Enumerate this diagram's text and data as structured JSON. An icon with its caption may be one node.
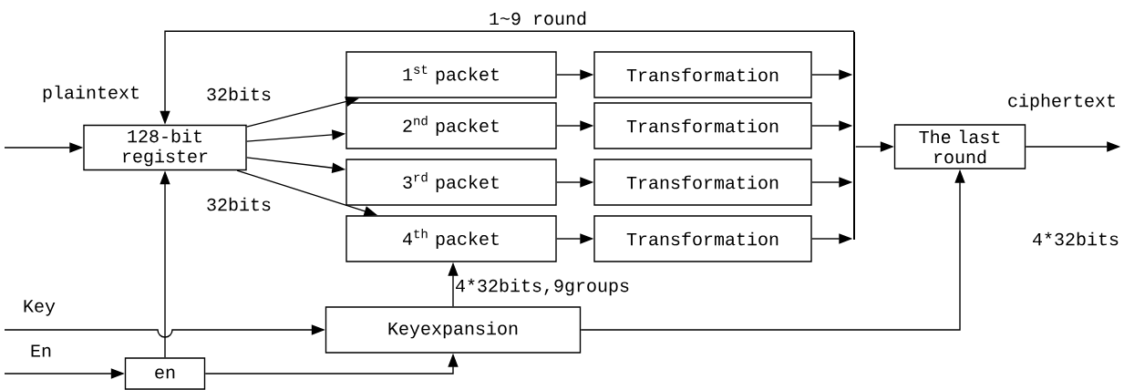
{
  "diagram": {
    "nodes": [
      {
        "text": [
          "128-bit register"
        ]
      },
      {
        "text": [
          "1$^{st}$ packet"
        ]
      },
      {
        "text": [
          "2$^{nd}$ packet"
        ]
      },
      {
        "text": [
          "3$^{rd}$ packet"
        ]
      },
      {
        "text": [
          "4$^{th}$ packet"
        ]
      },
      {
        "text": [
          "Transformation"
        ]
      },
      {
        "text": [
          "Transformation"
        ]
      },
      {
        "text": [
          "Transformation"
        ]
      },
      {
        "text": [
          "Transformation"
        ]
      },
      {
        "text": [],
        "shape": "bar"
      },
      {
        "text": [
          "The last round"
        ]
      },
      {
        "text": [
          "Keyexpansion"
        ]
      },
      {
        "text": [
          "en"
        ]
      }
    ],
    "edges": [
      {
        "from": null,
        "to": 0,
        "arrow": "to",
        "label": "plaintext"
      },
      {
        "from": 0,
        "to": 1,
        "arrow": "to",
        "label": "32bits"
      },
      {
        "from": 0,
        "to": 2,
        "arrow": "to"
      },
      {
        "from": 0,
        "to": 3,
        "arrow": "to"
      },
      {
        "from": 0,
        "to": 4,
        "arrow": "to",
        "label": "32bits"
      },
      {
        "from": 1,
        "to": 5,
        "arrow": "to"
      },
      {
        "from": 2,
        "to": 6,
        "arrow": "to"
      },
      {
        "from": 3,
        "to": 7,
        "arrow": "to"
      },
      {
        "from": 4,
        "to": 8,
        "arrow": "to"
      },
      {
        "from": 5,
        "to": 9,
        "arrow": "to"
      },
      {
        "from": 6,
        "to": 9,
        "arrow": "to"
      },
      {
        "from": 7,
        "to": 9,
        "arrow": "to"
      },
      {
        "from": 8,
        "to": 9,
        "arrow": "to"
      },
      {
        "from": 9,
        "to": 10,
        "arrow": "to"
      },
      {
        "from": 9,
        "to": 0,
        "arrow": "to",
        "label": "1~9 round"
      },
      {
        "from": 10,
        "to": null,
        "arrow": "to",
        "label": "ciphertext"
      },
      {
        "from": null,
        "to": 11,
        "arrow": "to",
        "label": "Key"
      },
      {
        "from": null,
        "to": 12,
        "arrow": "to",
        "label": "En"
      },
      {
        "from": 12,
        "to": 0,
        "arrow": "to"
      },
      {
        "from": 12,
        "to": 11,
        "arrow": "to"
      },
      {
        "from": 11,
        "to": 4,
        "arrow": "to",
        "label": "4*32bits,9groups"
      },
      {
        "from": 11,
        "to": 10,
        "arrow": "to",
        "label": "4*32bits"
      }
    ]
  }
}
